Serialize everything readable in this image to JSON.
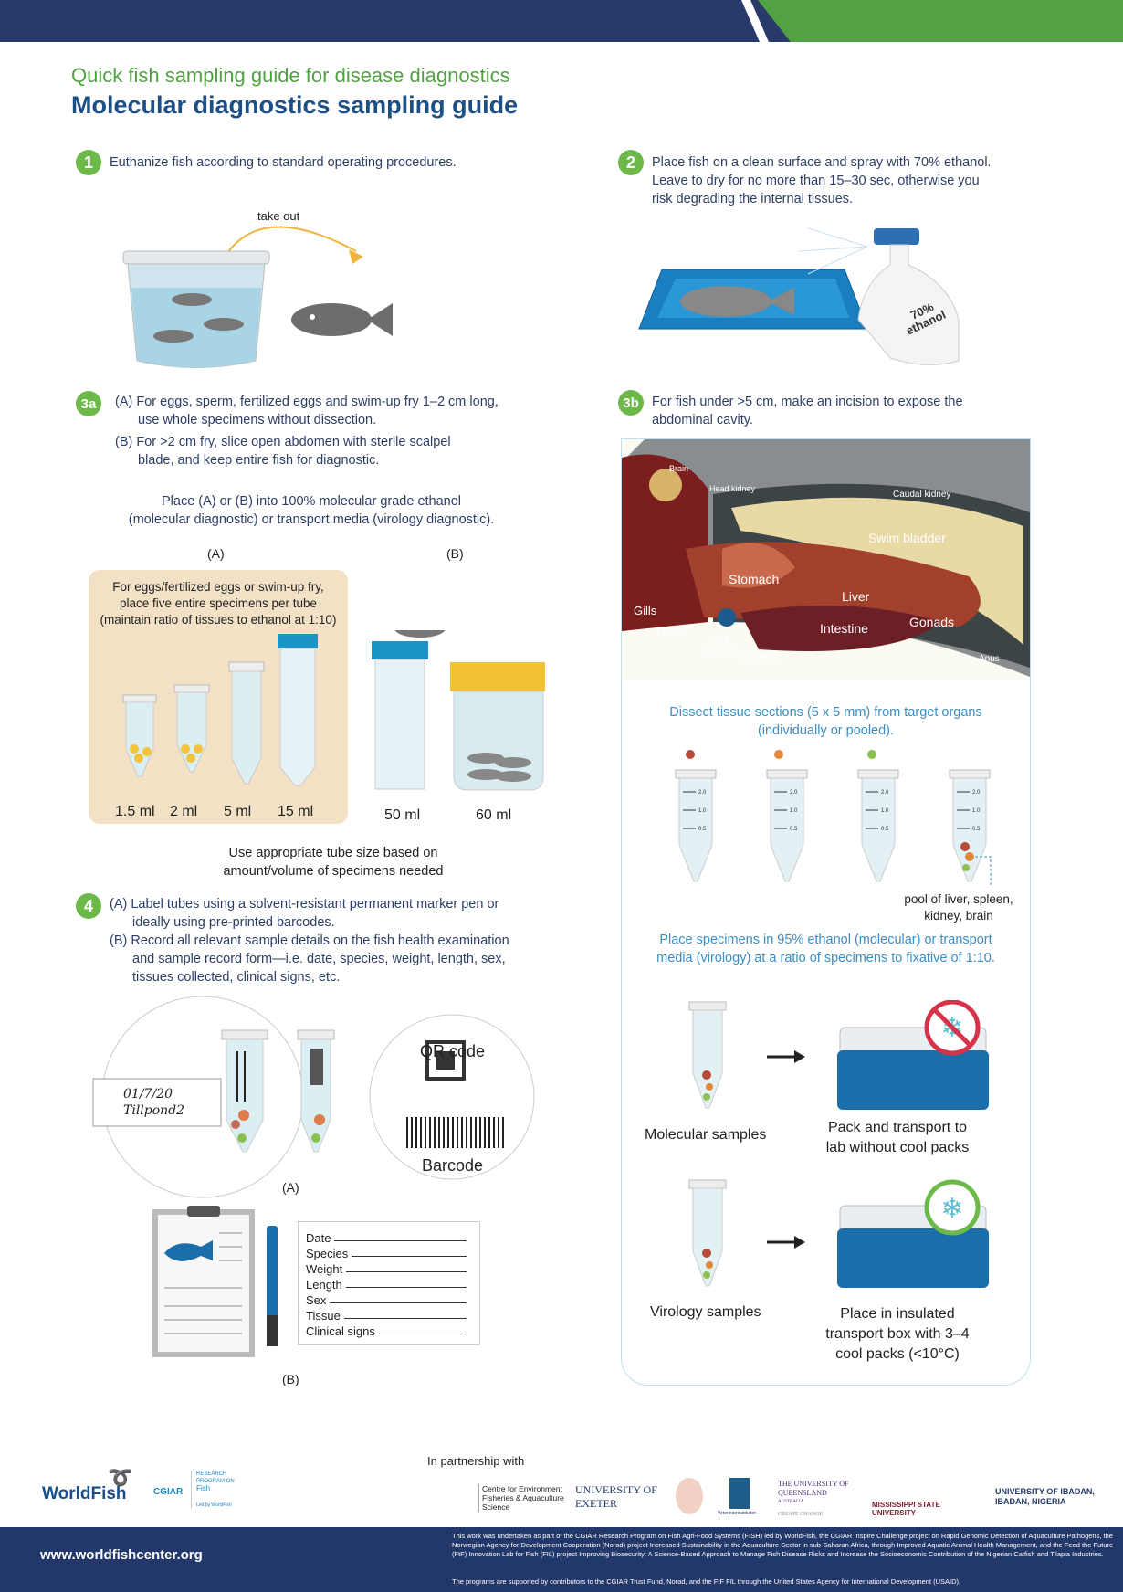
{
  "header": {
    "subtitle": "Quick fish sampling guide for disease diagnostics",
    "title": "Molecular diagnostics sampling guide",
    "colors": {
      "navy": "#283a6a",
      "green": "#52a143",
      "title": "#1b4f86"
    }
  },
  "step1": {
    "badge": "1",
    "text": "Euthanize fish according to standard operating procedures.",
    "arrow_label": "take out"
  },
  "step2": {
    "badge": "2",
    "lines": [
      "Place fish on a clean surface and spray with 70% ethanol.",
      "Leave to dry for no more than 15–30 sec, otherwise you",
      "risk degrading the internal tissues."
    ],
    "bottle_label": [
      "70%",
      "ethanol"
    ]
  },
  "step3a": {
    "badge": "3a",
    "lines": [
      "(A) For eggs, sperm, fertilized eggs and swim-up fry 1–2 cm long,",
      "use whole specimens without dissection.",
      "(B) For >2 cm fry, slice open abdomen with sterile scalpel",
      "blade, and keep entire fish for diagnostic."
    ],
    "place_lines": [
      "Place (A) or (B) into 100% molecular grade ethanol",
      "(molecular diagnostic) or transport media (virology diagnostic)."
    ],
    "label_a": "(A)",
    "label_b": "(B)",
    "box_lines": [
      "For eggs/fertilized eggs or swim-up fry,",
      "place five entire specimens per tube",
      "(maintain ratio of tissues to ethanol at 1:10)"
    ],
    "tubes": [
      "1.5 ml",
      "2 ml",
      "5 ml",
      "15 ml",
      "50 ml",
      "60 ml"
    ],
    "note_lines": [
      "Use appropriate tube size based on",
      "amount/volume of specimens needed"
    ]
  },
  "step3b": {
    "badge": "3b",
    "lines": [
      "For fish under >5 cm, make an incision to expose the",
      "abdominal cavity."
    ],
    "organs": {
      "brain": "Brain",
      "head_kidney": "Head kidney",
      "caudal_kidney": "Caudal kidney",
      "swim_bladder": "Swim bladder",
      "stomach": "Stomach",
      "liver": "Liver",
      "gills": "Gills",
      "heart": "Heart",
      "gall_bladder": [
        "Gall",
        "bladder"
      ],
      "spleen": "Spleen",
      "intestine": "Intestine",
      "gonads": "Gonads",
      "anus": "Anus"
    },
    "dissect_lines": [
      "Dissect tissue sections (5 x 5 mm) from target organs",
      "(individually or pooled)."
    ],
    "pool_lines": [
      "pool of liver, spleen,",
      "kidney, brain"
    ],
    "place_lines": [
      "Place specimens in 95% ethanol (molecular) or transport",
      "media (virology) at a ratio of specimens to fixative of 1:10."
    ],
    "molecular_label": "Molecular samples",
    "molecular_action": [
      "Pack and transport to",
      "lab without cool packs"
    ],
    "virology_label": "Virology samples",
    "virology_action": [
      "Place in insulated",
      "transport box with 3–4",
      "cool packs (<10°C)"
    ]
  },
  "step4": {
    "badge": "4",
    "lines": [
      "(A) Label tubes using a solvent-resistant permanent marker pen or",
      "ideally using pre-printed barcodes.",
      "(B) Record all relevant sample details on the fish health examination",
      "and sample record form—i.e. date, species, weight, length, sex,",
      "tissues collected, clinical signs, etc."
    ],
    "handwriting": [
      "01/7/20",
      "Tillpond2"
    ],
    "qr_label": "QR code",
    "barcode_label": "Barcode",
    "label_a": "(A)",
    "label_b": "(B)",
    "form_fields": [
      "Date",
      "Species",
      "Weight",
      "Length",
      "Sex",
      "Tissue",
      "Clinical signs"
    ]
  },
  "tube_scale": [
    "2.0",
    "1.0",
    "0.5"
  ],
  "partners": {
    "heading": "In partnership with",
    "worldfish": "WorldFish",
    "cgiar": "CGIAR",
    "crp": [
      "RESEARCH",
      "PROGRAM ON",
      "Fish"
    ],
    "led_by": "Led by WorldFish",
    "logos": [
      "Centre for Environment Fisheries & Aquaculture Science",
      "UNIVERSITY OF EXETER",
      "Veterinærinstituttet",
      "THE UNIVERSITY OF QUEENSLAND",
      "AUSTRALIA",
      "CREATE CHANGE",
      "MISSISSIPPI STATE UNIVERSITY",
      "UNIVERSITY OF IBADAN, IBADAN, NIGERIA"
    ]
  },
  "footer": {
    "url": "www.worldfishcenter.org",
    "para1": "This work was undertaken as part of the CGIAR Research Program on Fish Agri-Food Systems (FISH) led by WorldFish, the CGIAR Inspire Challenge project on Rapid Genomic Detection of Aquaculture Pathogens, the Norwegian Agency for Development Cooperation (Norad) project Increased Sustainability in the Aquaculture Sector in sub-Saharan Africa, through Improved Aquatic Animal Health Management, and the Feed the Future (FtF) Innovation Lab for Fish (FIL) project Improving Biosecurity: A Science-Based Approach to Manage Fish Disease Risks and Increase the Socioeconomic Contribution of the Nigerian Catfish and Tilapia Industries.",
    "para2": "The programs are supported by contributors to the CGIAR Trust Fund, Norad, and the FtF FIL through the United States Agency for International Development (USAID)."
  }
}
